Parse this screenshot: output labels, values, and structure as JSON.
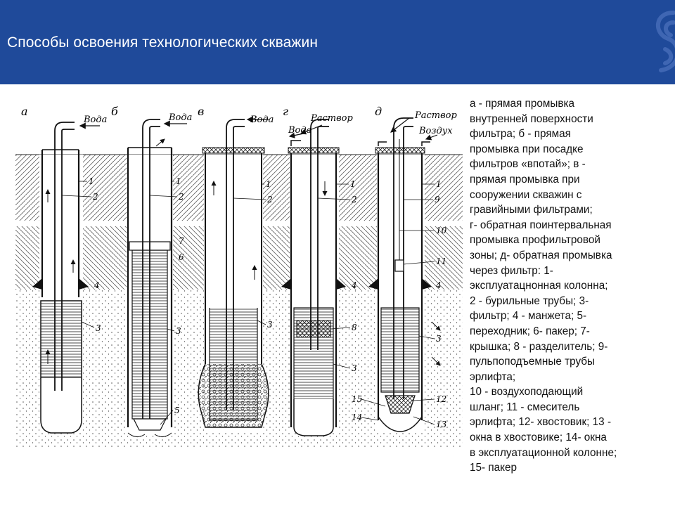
{
  "header": {
    "title": "Способы освоения технологических скважин",
    "bg_color": "#1f4a9a",
    "logo_icon": "stylized-s-watermark-icon"
  },
  "figure": {
    "panel_letters": [
      "а",
      "б",
      "в",
      "г",
      "д"
    ],
    "flow_labels": {
      "voda": "Вода",
      "rastvor": "Раствор",
      "vozduh": "Воздух"
    },
    "callouts": {
      "a": [
        "1",
        "2",
        "4",
        "3"
      ],
      "b": [
        "1",
        "2",
        "7",
        "6",
        "3",
        "5"
      ],
      "v": [
        "1",
        "2",
        "3"
      ],
      "g": [
        "1",
        "2",
        "4",
        "8",
        "3"
      ],
      "d": [
        "1",
        "9",
        "10",
        "11",
        "4",
        "3",
        "12",
        "13",
        "15",
        "14"
      ]
    }
  },
  "legend": {
    "lines": [
      "а - прямая промывка",
      "внутренней  поверхности",
      "фильтра;  б - прямая",
      "промывка  при  посадке",
      "фильтров «впотай»;  в -",
      "прямая промывка при",
      "сооружении скважин с",
      "гравийными фильтрами;",
      "г- обратная  поинтервальная",
      "промывка  профильтровой",
      "зоны;  д- обратная  промывка",
      "через фильтр:  1-",
      "эксплуатацнонная  колонна;",
      "2 - бурильные  трубы;  3-",
      "фильтр;  4 - манжета;  5-",
      "переходник;  6- пакер;  7-",
      "крышка;  8 - разделитель;  9-",
      "пульпоподъемные  трубы",
      "эрлифта;",
      "10 - воздухоподающий",
      "шланг;   11 - смеситель",
      "эрлифта;  12- хвостовик;  13 -",
      "окна  в  хвостовике;  14- окна",
      "в эксплуатационной  колонне;",
      "15- пакер"
    ]
  }
}
